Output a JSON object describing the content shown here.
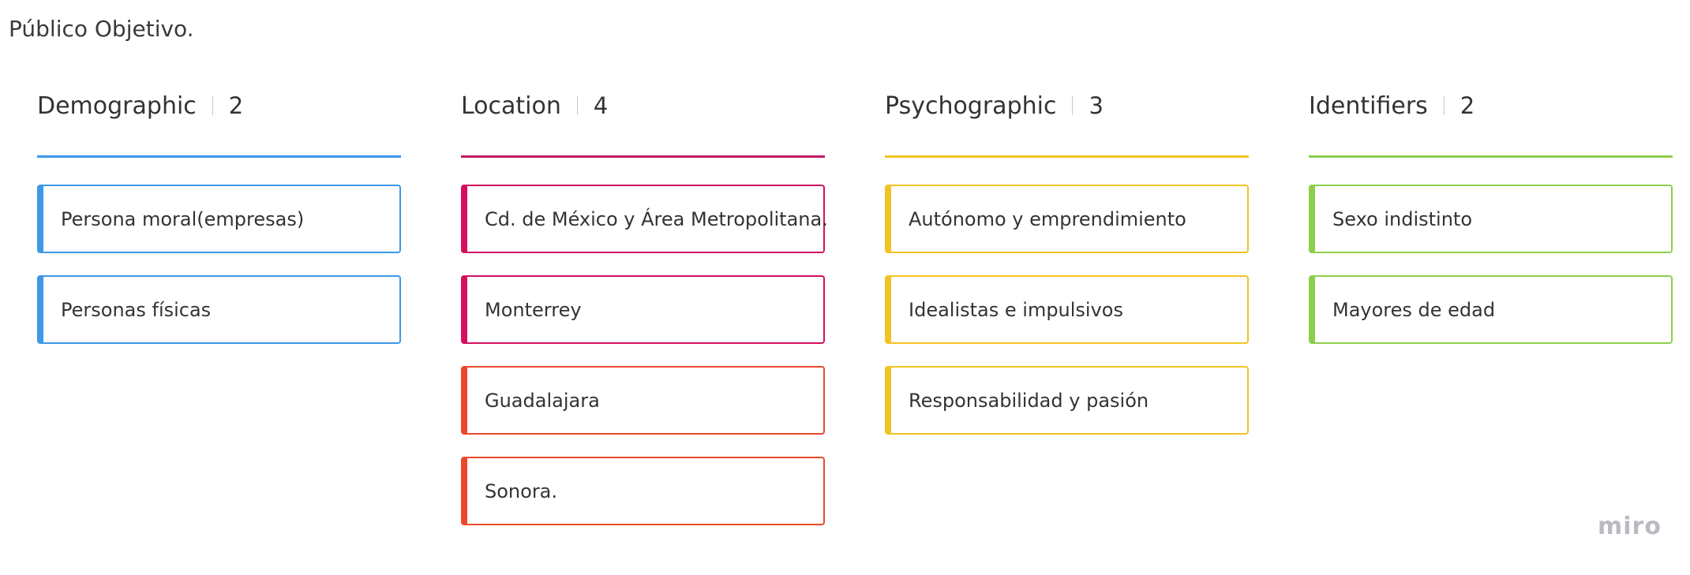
{
  "board": {
    "title": "Público Objetivo."
  },
  "columns": [
    {
      "title": "Demographic",
      "count": "2",
      "color": "#3d98e8",
      "cards": [
        {
          "text": "Persona moral(empresas)",
          "color": "#3d98e8"
        },
        {
          "text": "Personas físicas",
          "color": "#3d98e8"
        }
      ]
    },
    {
      "title": "Location",
      "count": "4",
      "color": "#c21a64",
      "cards": [
        {
          "text": "Cd. de México y Área Metropolitana.",
          "color": "#d3105f"
        },
        {
          "text": "Monterrey",
          "color": "#d3105f"
        },
        {
          "text": "Guadalajara",
          "color": "#ea4a2a"
        },
        {
          "text": "Sonora.",
          "color": "#ea4a2a"
        }
      ]
    },
    {
      "title": "Psychographic",
      "count": "3",
      "color": "#f2c323",
      "cards": [
        {
          "text": "Autónomo y emprendimiento",
          "color": "#f2c323"
        },
        {
          "text": "Idealistas e impulsivos",
          "color": "#f2c323"
        },
        {
          "text": "Responsabilidad y pasión",
          "color": "#f2c323"
        }
      ]
    },
    {
      "title": "Identifiers",
      "count": "2",
      "color": "#8dce4d",
      "cards": [
        {
          "text": "Sexo indistinto",
          "color": "#8dce4d"
        },
        {
          "text": "Mayores de edad",
          "color": "#8dce4d"
        }
      ]
    }
  ],
  "watermark": {
    "text": "miro"
  }
}
